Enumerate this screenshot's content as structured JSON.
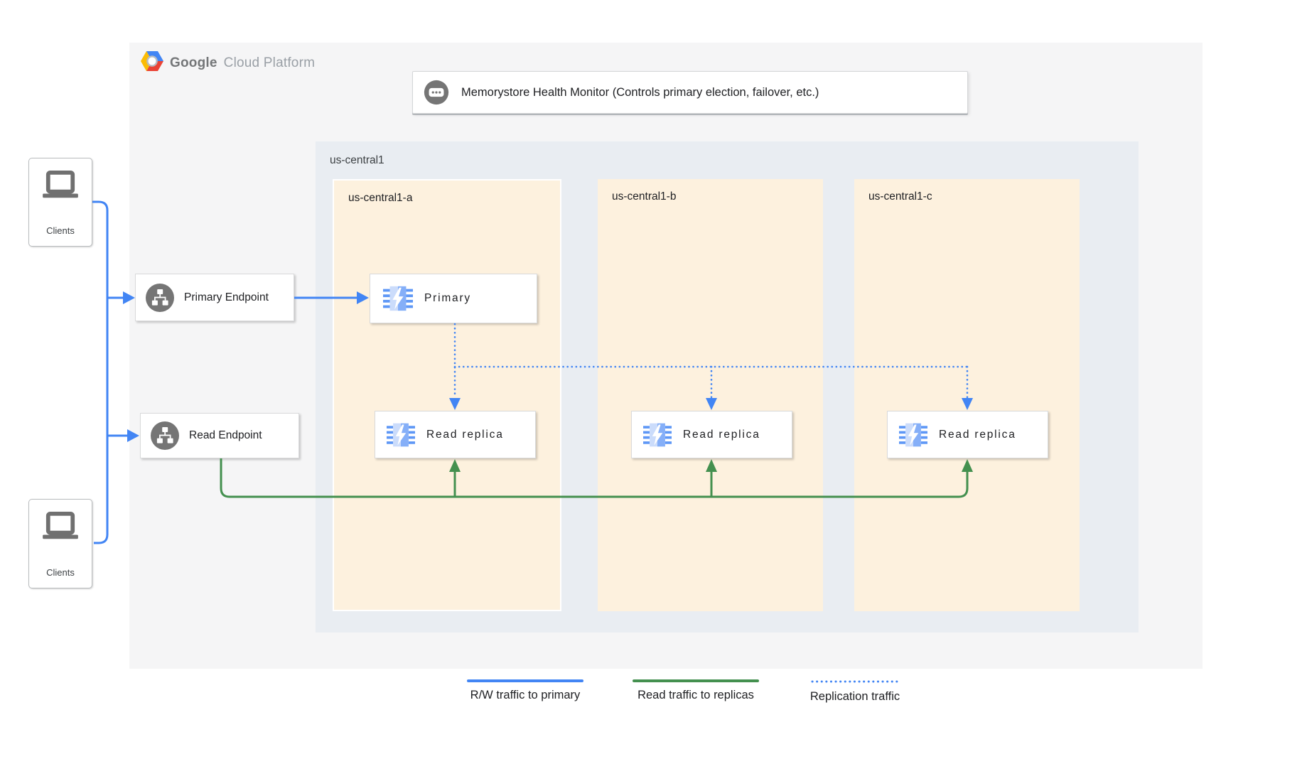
{
  "brand": {
    "google": "Google",
    "suffix": "Cloud Platform"
  },
  "health_monitor": {
    "label": "Memorystore Health Monitor (Controls primary election, failover, etc.)"
  },
  "region": {
    "label": "us-central1",
    "zones": [
      {
        "label": "us-central1-a",
        "primary": "Primary",
        "replica": "Read replica"
      },
      {
        "label": "us-central1-b",
        "replica": "Read replica"
      },
      {
        "label": "us-central1-c",
        "replica": "Read replica"
      }
    ]
  },
  "endpoints": {
    "primary": "Primary Endpoint",
    "read": "Read Endpoint"
  },
  "clients": {
    "label": "Clients"
  },
  "legend": {
    "items": [
      {
        "label": "R/W traffic to primary",
        "style": "solid",
        "color": "#4285f4"
      },
      {
        "label": "Read traffic to replicas",
        "style": "solid",
        "color": "#44904f"
      },
      {
        "label": "Replication traffic",
        "style": "dotted",
        "color": "#4285f4"
      }
    ]
  },
  "colors": {
    "rw_traffic_blue": "#4285f4",
    "read_traffic_green": "#44904f",
    "replication_blue": "#4285f4",
    "zone_fill": "#fdf1de",
    "region_fill": "#e9edf2",
    "panel_fill": "#f5f5f6",
    "icon_gray": "#757575"
  }
}
